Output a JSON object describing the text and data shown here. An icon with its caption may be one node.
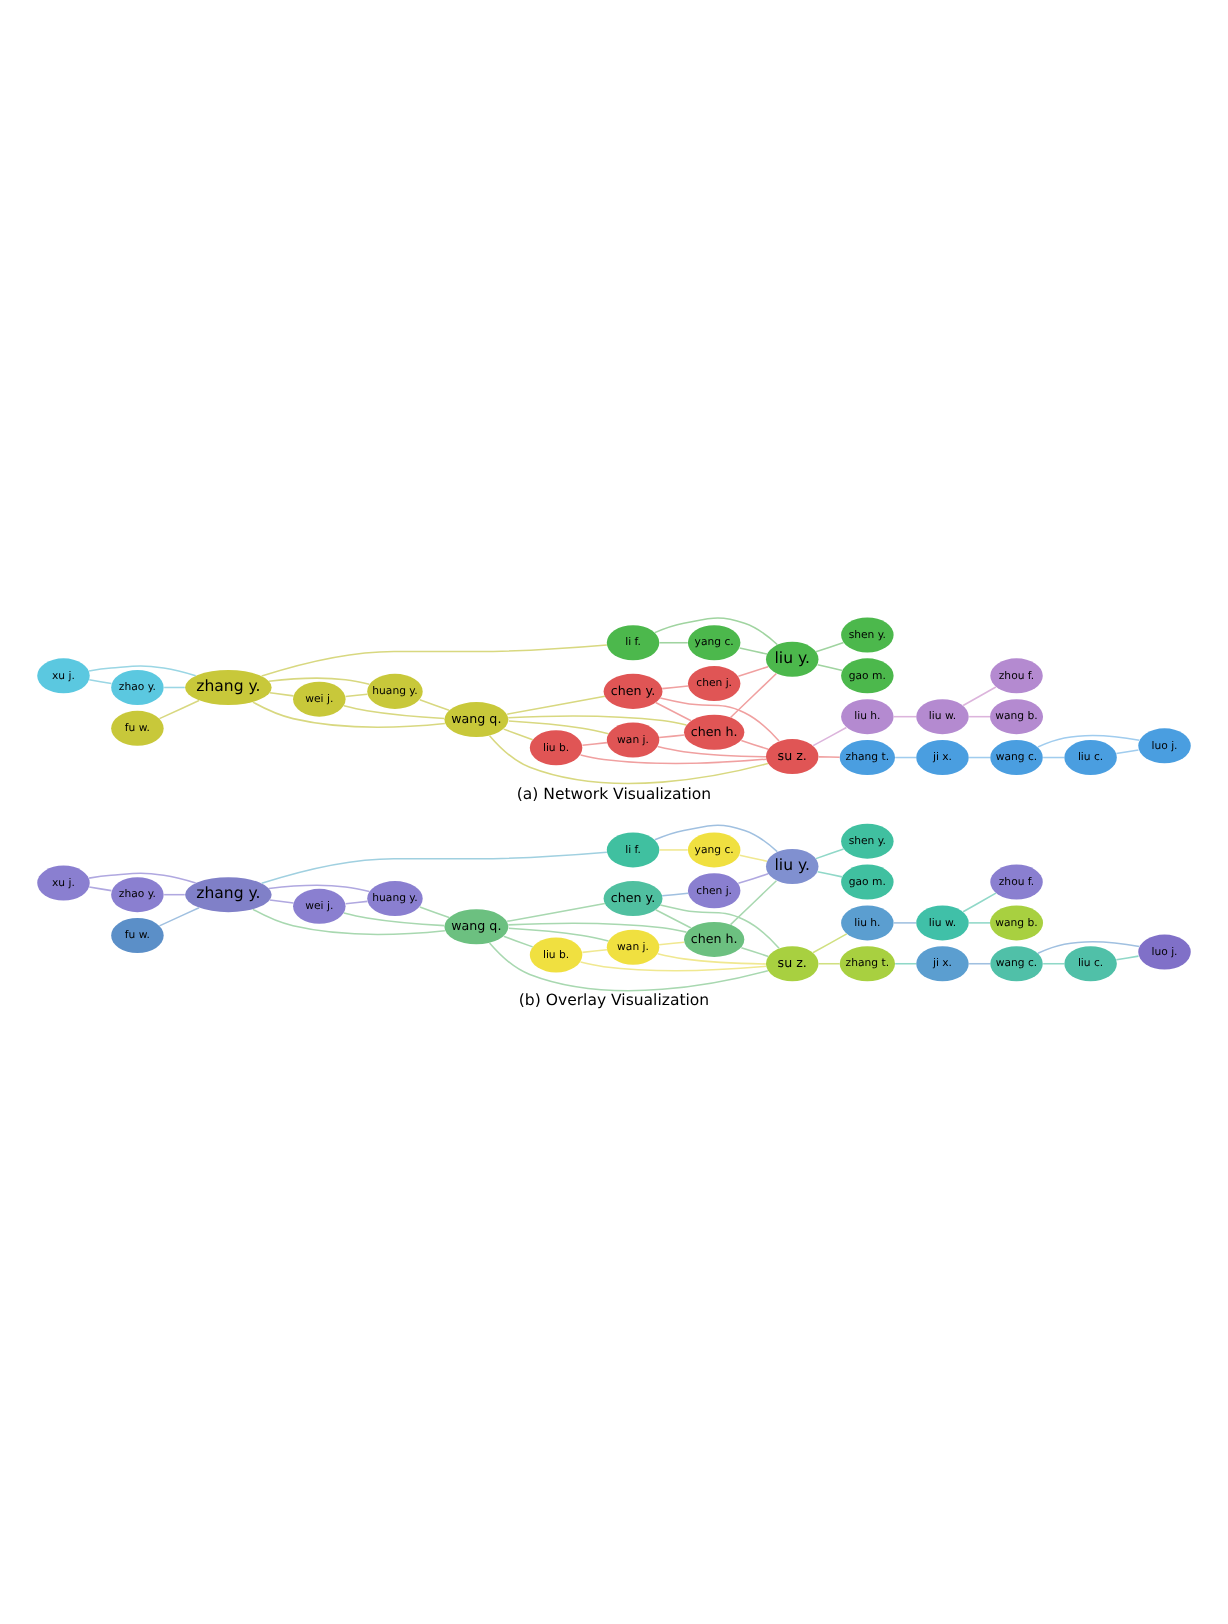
{
  "diagram": {
    "nodes": [
      {
        "text": [
          "xu j."
        ]
      },
      {
        "text": [
          "zhao y."
        ]
      },
      {
        "text": [
          "fu w."
        ]
      },
      {
        "text": [
          "zhang y."
        ]
      },
      {
        "text": [
          "wei j."
        ]
      },
      {
        "text": [
          "huang y."
        ]
      },
      {
        "text": [
          "wang q."
        ]
      },
      {
        "text": [
          "liu b."
        ]
      },
      {
        "text": [
          "su z."
        ]
      },
      {
        "text": [
          "chen y."
        ]
      },
      {
        "text": [
          "wan j."
        ]
      },
      {
        "text": [
          "chen h."
        ]
      },
      {
        "text": [
          "li f."
        ]
      },
      {
        "text": [
          "yang c."
        ]
      },
      {
        "text": [
          "chen j."
        ]
      },
      {
        "text": [
          "liu y."
        ]
      },
      {
        "text": [
          "gao m."
        ]
      },
      {
        "text": [
          "shen y."
        ]
      },
      {
        "text": [
          "liu c."
        ]
      },
      {
        "text": [
          "luo j."
        ]
      },
      {
        "text": [
          "wang c."
        ]
      },
      {
        "text": [
          "ji x."
        ]
      },
      {
        "text": [
          "zhang t."
        ]
      },
      {
        "text": [
          "liu h."
        ]
      },
      {
        "text": [
          "liu w."
        ]
      },
      {
        "text": [
          "wang b."
        ]
      },
      {
        "text": [
          "zhou f."
        ]
      },
      {
        "text": [
          "xu j."
        ]
      },
      {
        "text": [
          "zhao y."
        ]
      },
      {
        "text": [
          "fu w."
        ]
      },
      {
        "text": [
          "zhang y."
        ]
      },
      {
        "text": [
          "wei j."
        ]
      },
      {
        "text": [
          "huang y."
        ]
      },
      {
        "text": [
          "wang q."
        ]
      },
      {
        "text": [
          "liu b."
        ]
      },
      {
        "text": [
          "su z."
        ]
      },
      {
        "text": [
          "chen y."
        ]
      },
      {
        "text": [
          "wan j."
        ]
      },
      {
        "text": [
          "chen h."
        ]
      },
      {
        "text": [
          "li f."
        ]
      },
      {
        "text": [
          "yang c."
        ]
      },
      {
        "text": [
          "chen j."
        ]
      },
      {
        "text": [
          "liu y."
        ]
      },
      {
        "text": [
          "gao m."
        ]
      },
      {
        "text": [
          "shen y."
        ]
      },
      {
        "text": [
          "liu c."
        ]
      },
      {
        "text": [
          "luo j."
        ]
      },
      {
        "text": [
          "wang c."
        ]
      },
      {
        "text": [
          "ji x."
        ]
      },
      {
        "text": [
          "zhang t."
        ]
      },
      {
        "text": [
          "liu h."
        ]
      },
      {
        "text": [
          "liu w."
        ]
      },
      {
        "text": [
          "wang b."
        ]
      },
      {
        "text": [
          "zhou f."
        ]
      }
    ],
    "edges": [
      {
        "from": 0,
        "to": 1,
        "arrow": "none",
        "color": "#9ad6e4"
      },
      {
        "from": 0,
        "to": 3,
        "arrow": "none",
        "color": "#9ad6e4"
      },
      {
        "from": 1,
        "to": 3,
        "arrow": "none",
        "color": "#9ad6e4"
      },
      {
        "from": 2,
        "to": 3,
        "arrow": "none",
        "color": "#d8d880"
      },
      {
        "from": 3,
        "to": 4,
        "arrow": "none",
        "color": "#d8d880"
      },
      {
        "from": 3,
        "to": 5,
        "arrow": "none",
        "color": "#d8d880"
      },
      {
        "from": 3,
        "to": 6,
        "arrow": "none",
        "color": "#d8d880"
      },
      {
        "from": 3,
        "to": 12,
        "arrow": "none",
        "color": "#d8d880"
      },
      {
        "from": 4,
        "to": 5,
        "arrow": "none",
        "color": "#d8d880"
      },
      {
        "from": 4,
        "to": 6,
        "arrow": "none",
        "color": "#d8d880"
      },
      {
        "from": 5,
        "to": 6,
        "arrow": "none",
        "color": "#d8d880"
      },
      {
        "from": 6,
        "to": 7,
        "arrow": "none",
        "color": "#d8d880"
      },
      {
        "from": 6,
        "to": 9,
        "arrow": "none",
        "color": "#d8d880"
      },
      {
        "from": 6,
        "to": 10,
        "arrow": "none",
        "color": "#d8d880"
      },
      {
        "from": 6,
        "to": 11,
        "arrow": "none",
        "color": "#d8d880"
      },
      {
        "from": 6,
        "to": 8,
        "arrow": "none",
        "color": "#d8d880"
      },
      {
        "from": 7,
        "to": 8,
        "arrow": "none",
        "color": "#f0a0a0"
      },
      {
        "from": 7,
        "to": 10,
        "arrow": "none",
        "color": "#f0a0a0"
      },
      {
        "from": 9,
        "to": 8,
        "arrow": "none",
        "color": "#f0a0a0"
      },
      {
        "from": 9,
        "to": 11,
        "arrow": "none",
        "color": "#f0a0a0"
      },
      {
        "from": 9,
        "to": 14,
        "arrow": "none",
        "color": "#f0a0a0"
      },
      {
        "from": 10,
        "to": 11,
        "arrow": "none",
        "color": "#f0a0a0"
      },
      {
        "from": 10,
        "to": 8,
        "arrow": "none",
        "color": "#f0a0a0"
      },
      {
        "from": 11,
        "to": 8,
        "arrow": "none",
        "color": "#f0a0a0"
      },
      {
        "from": 11,
        "to": 15,
        "arrow": "none",
        "color": "#f0a0a0"
      },
      {
        "from": 14,
        "to": 15,
        "arrow": "none",
        "color": "#f0a0a0"
      },
      {
        "from": 12,
        "to": 13,
        "arrow": "none",
        "color": "#a0d4a0"
      },
      {
        "from": 12,
        "to": 15,
        "arrow": "none",
        "color": "#a0d4a0"
      },
      {
        "from": 13,
        "to": 15,
        "arrow": "none",
        "color": "#a0d4a0"
      },
      {
        "from": 15,
        "to": 16,
        "arrow": "none",
        "color": "#a0d4a0"
      },
      {
        "from": 15,
        "to": 17,
        "arrow": "none",
        "color": "#a0d4a0"
      },
      {
        "from": 8,
        "to": 22,
        "arrow": "none",
        "color": "#f0a0a0"
      },
      {
        "from": 22,
        "to": 21,
        "arrow": "none",
        "color": "#a0ccee"
      },
      {
        "from": 21,
        "to": 20,
        "arrow": "none",
        "color": "#a0ccee"
      },
      {
        "from": 20,
        "to": 18,
        "arrow": "none",
        "color": "#a0ccee"
      },
      {
        "from": 20,
        "to": 19,
        "arrow": "none",
        "color": "#a0ccee"
      },
      {
        "from": 18,
        "to": 19,
        "arrow": "none",
        "color": "#a0ccee"
      },
      {
        "from": 8,
        "to": 23,
        "arrow": "none",
        "color": "#dcb4dc"
      },
      {
        "from": 23,
        "to": 24,
        "arrow": "none",
        "color": "#dcb4dc"
      },
      {
        "from": 24,
        "to": 25,
        "arrow": "none",
        "color": "#dcb4dc"
      },
      {
        "from": 24,
        "to": 26,
        "arrow": "none",
        "color": "#dcb4dc"
      },
      {
        "from": 27,
        "to": 28,
        "arrow": "none",
        "color": "#b0a8e0"
      },
      {
        "from": 27,
        "to": 30,
        "arrow": "none",
        "color": "#b0a8e0"
      },
      {
        "from": 28,
        "to": 30,
        "arrow": "none",
        "color": "#b0a8e0"
      },
      {
        "from": 29,
        "to": 30,
        "arrow": "none",
        "color": "#a0c0e0"
      },
      {
        "from": 30,
        "to": 31,
        "arrow": "none",
        "color": "#b0a8e0"
      },
      {
        "from": 30,
        "to": 32,
        "arrow": "none",
        "color": "#b0a8e0"
      },
      {
        "from": 30,
        "to": 33,
        "arrow": "none",
        "color": "#a8d8b0"
      },
      {
        "from": 30,
        "to": 39,
        "arrow": "none",
        "color": "#a0d0e0"
      },
      {
        "from": 31,
        "to": 32,
        "arrow": "none",
        "color": "#b0a8e0"
      },
      {
        "from": 31,
        "to": 33,
        "arrow": "none",
        "color": "#a8d8b0"
      },
      {
        "from": 32,
        "to": 33,
        "arrow": "none",
        "color": "#a8d8b0"
      },
      {
        "from": 33,
        "to": 34,
        "arrow": "none",
        "color": "#a8d8b0"
      },
      {
        "from": 33,
        "to": 36,
        "arrow": "none",
        "color": "#a8d8b0"
      },
      {
        "from": 33,
        "to": 37,
        "arrow": "none",
        "color": "#a8d8b0"
      },
      {
        "from": 33,
        "to": 38,
        "arrow": "none",
        "color": "#a8d8b0"
      },
      {
        "from": 33,
        "to": 35,
        "arrow": "none",
        "color": "#a8d8b0"
      },
      {
        "from": 34,
        "to": 35,
        "arrow": "none",
        "color": "#f0e890"
      },
      {
        "from": 34,
        "to": 37,
        "arrow": "none",
        "color": "#f0e890"
      },
      {
        "from": 36,
        "to": 35,
        "arrow": "none",
        "color": "#a8d8b0"
      },
      {
        "from": 36,
        "to": 38,
        "arrow": "none",
        "color": "#a8d8b0"
      },
      {
        "from": 36,
        "to": 41,
        "arrow": "none",
        "color": "#a0c0e0"
      },
      {
        "from": 37,
        "to": 38,
        "arrow": "none",
        "color": "#f0e890"
      },
      {
        "from": 37,
        "to": 35,
        "arrow": "none",
        "color": "#f0e890"
      },
      {
        "from": 38,
        "to": 35,
        "arrow": "none",
        "color": "#a8d8b0"
      },
      {
        "from": 38,
        "to": 42,
        "arrow": "none",
        "color": "#a8d8b0"
      },
      {
        "from": 41,
        "to": 42,
        "arrow": "none",
        "color": "#b0a8e0"
      },
      {
        "from": 39,
        "to": 40,
        "arrow": "none",
        "color": "#f0e890"
      },
      {
        "from": 39,
        "to": 42,
        "arrow": "none",
        "color": "#a0c0e0"
      },
      {
        "from": 40,
        "to": 42,
        "arrow": "none",
        "color": "#f0e890"
      },
      {
        "from": 42,
        "to": 43,
        "arrow": "none",
        "color": "#90d8c8"
      },
      {
        "from": 42,
        "to": 44,
        "arrow": "none",
        "color": "#90d8c8"
      },
      {
        "from": 35,
        "to": 49,
        "arrow": "none",
        "color": "#d0e080"
      },
      {
        "from": 49,
        "to": 48,
        "arrow": "none",
        "color": "#90d8c8"
      },
      {
        "from": 48,
        "to": 47,
        "arrow": "none",
        "color": "#a0c0e0"
      },
      {
        "from": 47,
        "to": 45,
        "arrow": "none",
        "color": "#90d8c8"
      },
      {
        "from": 47,
        "to": 46,
        "arrow": "none",
        "color": "#a0c0e0"
      },
      {
        "from": 45,
        "to": 46,
        "arrow": "none",
        "color": "#90d8c8"
      },
      {
        "from": 35,
        "to": 50,
        "arrow": "none",
        "color": "#d0e080"
      },
      {
        "from": 50,
        "to": 51,
        "arrow": "none",
        "color": "#a0c0e0"
      },
      {
        "from": 51,
        "to": 52,
        "arrow": "none",
        "color": "#90d8c8"
      },
      {
        "from": 51,
        "to": 53,
        "arrow": "none",
        "color": "#90d8c8"
      }
    ],
    "labels": [
      "(a) Network Visualization",
      "(b) Overlay Visualization"
    ]
  }
}
